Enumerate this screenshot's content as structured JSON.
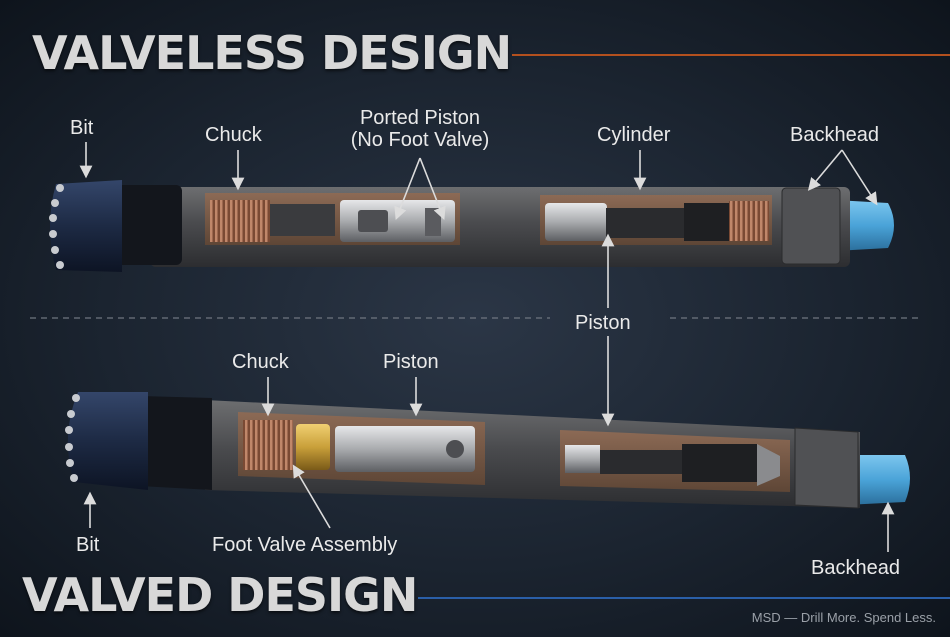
{
  "titles": {
    "top": "VALVELESS DESIGN",
    "bottom": "VALVED DESIGN"
  },
  "labels": {
    "top_bit": "Bit",
    "top_chuck": "Chuck",
    "top_ported_line1": "Ported Piston",
    "top_ported_line2": "(No Foot Valve)",
    "top_cylinder": "Cylinder",
    "top_backhead": "Backhead",
    "shared_piston": "Piston",
    "bot_chuck": "Chuck",
    "bot_piston": "Piston",
    "bot_bit": "Bit",
    "bot_foot_valve": "Foot Valve Assembly",
    "bot_backhead": "Backhead"
  },
  "credit": "MSD — Drill More. Spend Less.",
  "colors": {
    "top_rule": "#b3501e",
    "bottom_rule": "#2a5fa8",
    "backhead_tip": "#4aa3d8",
    "bit_head": "#1d2a44",
    "brass": "#c9a03a"
  }
}
